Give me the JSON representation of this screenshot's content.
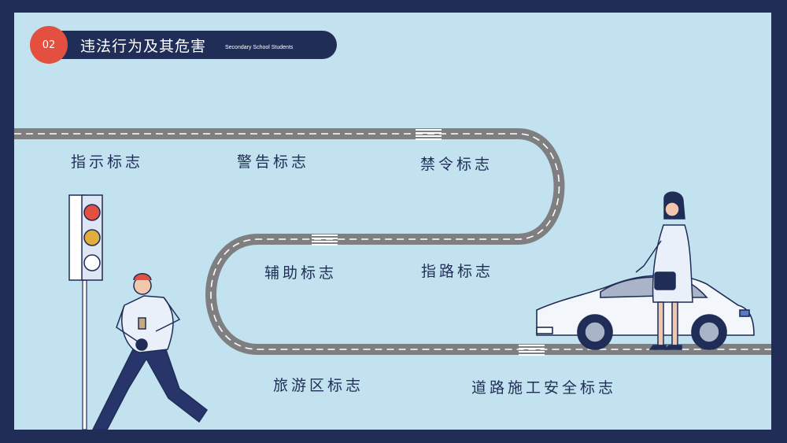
{
  "header": {
    "number": "02",
    "title": "违法行为及其危害",
    "subtitle": "Secondary School Students"
  },
  "signs": [
    "指示标志",
    "警告标志",
    "禁令标志",
    "辅助标志",
    "指路标志",
    "旅游区标志",
    "道路施工安全标志"
  ],
  "colors": {
    "frame": "#1f2d57",
    "background": "#c3e2ef",
    "accent": "#e4503f",
    "road": "#7f7f82"
  }
}
